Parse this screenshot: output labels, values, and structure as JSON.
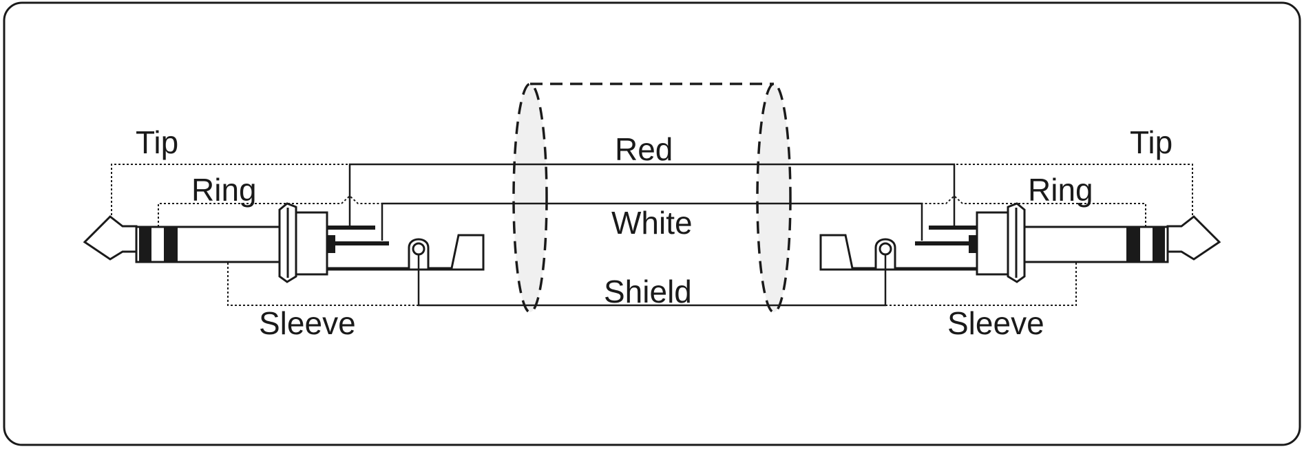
{
  "labels": {
    "tip_left": "Tip",
    "ring_left": "Ring",
    "sleeve_left": "Sleeve",
    "tip_right": "Tip",
    "ring_right": "Ring",
    "sleeve_right": "Sleeve",
    "red": "Red",
    "white": "White",
    "shield": "Shield"
  },
  "colors": {
    "line": "#1a1a1a",
    "shield_fill": "#f0f0f0",
    "background": "#ffffff"
  }
}
